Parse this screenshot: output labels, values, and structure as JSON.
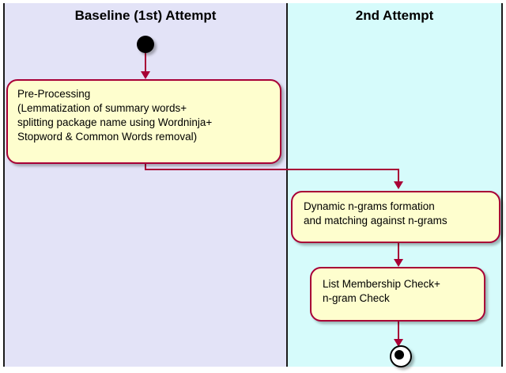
{
  "diagram": {
    "type": "uml-activity-diagram",
    "colors": {
      "lane_left_fill": "#E3E3F7",
      "lane_right_fill": "#D6FBFB",
      "activity_fill": "#FEFECE",
      "activity_border": "#A80036",
      "connector": "#A80036",
      "node": "#000000",
      "lane_divider": "#1B1B1B"
    }
  },
  "lanes": [
    {
      "id": "baseline",
      "title": "Baseline (1st) Attempt"
    },
    {
      "id": "second",
      "title": "2nd Attempt"
    }
  ],
  "nodes": {
    "start": {
      "name": "initial-node",
      "lane": "baseline"
    },
    "preprocessing": {
      "label": "Pre-Processing\n(Lemmatization of summary words+\nsplitting package name using Wordninja+\nStopword & Common Words removal)",
      "lane": "baseline"
    },
    "ngrams": {
      "label": "Dynamic n-grams formation\nand matching against n-grams",
      "lane": "second"
    },
    "membership": {
      "label": "List Membership Check+\nn-gram Check",
      "lane": "second"
    },
    "end": {
      "name": "final-node",
      "lane": "second"
    }
  },
  "edges": [
    {
      "from": "start",
      "to": "preprocessing"
    },
    {
      "from": "preprocessing",
      "to": "ngrams"
    },
    {
      "from": "ngrams",
      "to": "membership"
    },
    {
      "from": "membership",
      "to": "end"
    }
  ]
}
